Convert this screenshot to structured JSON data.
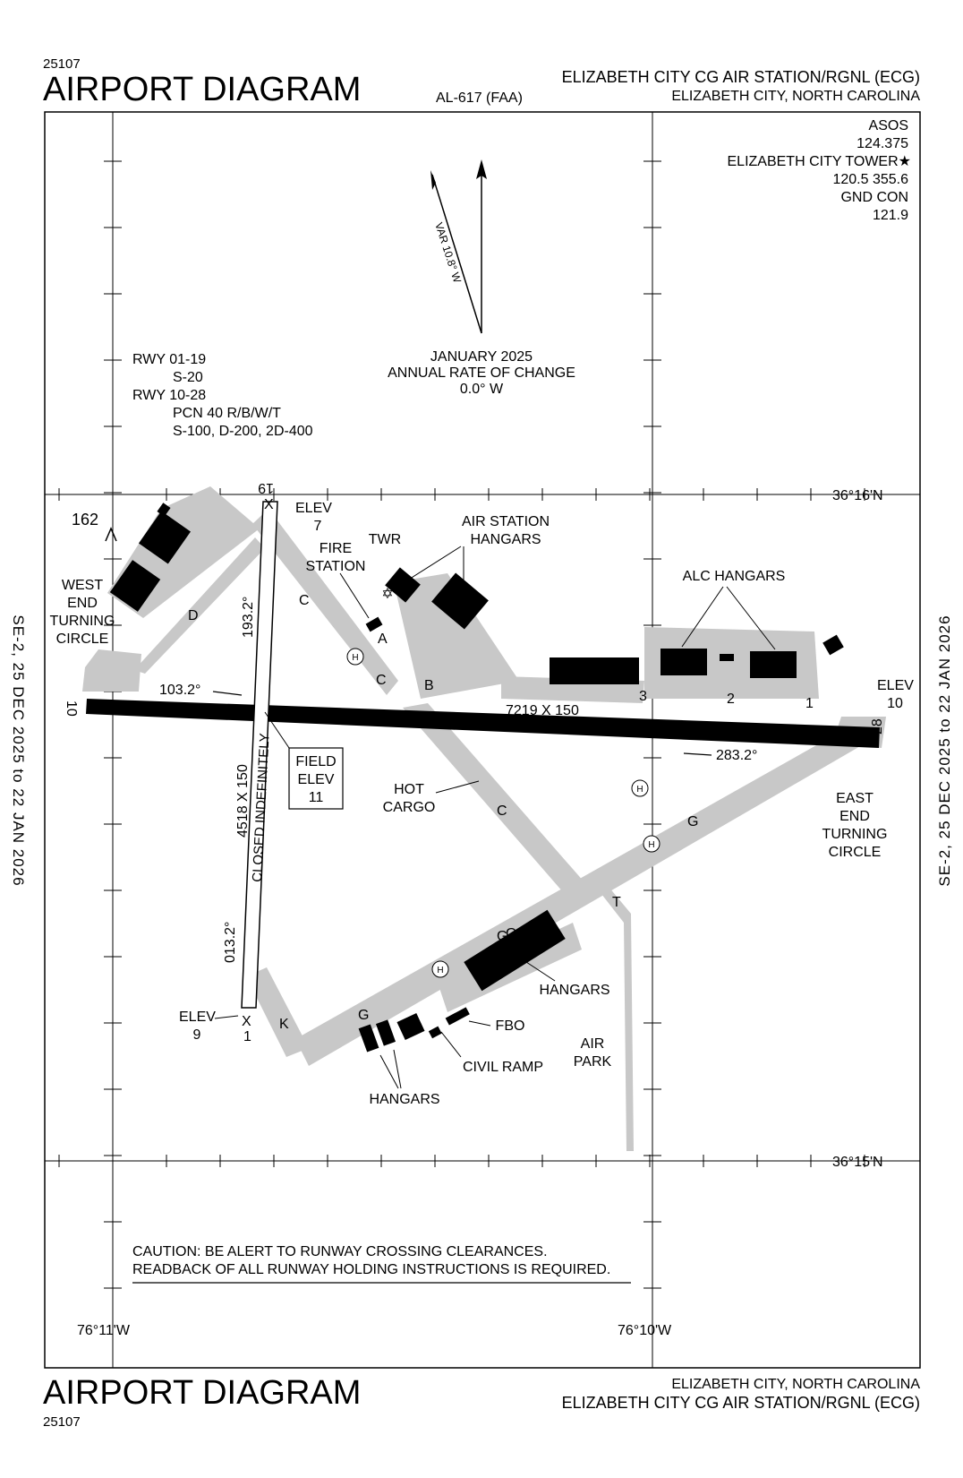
{
  "header": {
    "procedure_number": "25107",
    "title": "AIRPORT DIAGRAM",
    "chart_id": "AL-617 (FAA)",
    "airport_name": "ELIZABETH CITY CG AIR STATION/RGNL (ECG)",
    "city_state": "ELIZABETH CITY, NORTH CAROLINA"
  },
  "footer": {
    "procedure_number": "25107",
    "title": "AIRPORT DIAGRAM",
    "city_state": "ELIZABETH CITY, NORTH CAROLINA",
    "airport_name": "ELIZABETH CITY CG AIR STATION/RGNL (ECG)"
  },
  "effective_dates": "SE-2,  25 DEC 2025  to  22 JAN 2026",
  "frequencies": [
    "ASOS",
    "124.375",
    "ELIZABETH CITY TOWER★",
    "120.5 355.6",
    "GND CON",
    "121.9"
  ],
  "magnetic": {
    "variation": "VAR 10.8° W",
    "date": "JANUARY 2025",
    "rate_label": "ANNUAL RATE OF CHANGE",
    "rate": "0.0° W"
  },
  "runway_info": [
    "RWY 01-19",
    "S-20",
    "RWY 10-28",
    "PCN 40 R/B/W/T",
    "S-100, D-200, 2D-400"
  ],
  "coordinates": {
    "lat_north": "36°16'N",
    "lat_south": "36°15'N",
    "lon_west": "76°11'W",
    "lon_east": "76°10'W"
  },
  "runways": {
    "rwy_10_28_dims": "7219 X 150",
    "rwy_01_19_dims": "4518 X 150",
    "rwy_01_19_status": "CLOSED INDEFINITELY",
    "heading_103": "103.2°",
    "heading_283": "283.2°",
    "heading_193": "193.2°",
    "heading_013": "013.2°",
    "end_10": "10",
    "end_28": "28",
    "end_19": "19",
    "end_1": "1",
    "elev_19": [
      "ELEV",
      "7"
    ],
    "elev_1": [
      "ELEV",
      "9"
    ],
    "elev_28": [
      "ELEV",
      "10"
    ],
    "field_elev": [
      "FIELD",
      "ELEV",
      "11"
    ],
    "obstacle": "162",
    "hold_x": "X"
  },
  "taxiways": [
    "A",
    "B",
    "C",
    "C",
    "C",
    "D",
    "G",
    "G",
    "G",
    "G",
    "K",
    "T",
    "1",
    "2",
    "3"
  ],
  "labels": {
    "west_end": [
      "WEST",
      "END",
      "TURNING",
      "CIRCLE"
    ],
    "east_end": [
      "EAST",
      "END",
      "TURNING",
      "CIRCLE"
    ],
    "fire_station": [
      "FIRE",
      "STATION"
    ],
    "twr": "TWR",
    "air_station_hangars": [
      "AIR STATION",
      "HANGARS"
    ],
    "alc_hangars": "ALC HANGARS",
    "hot_cargo": [
      "HOT",
      "CARGO"
    ],
    "hangars_mid": "HANGARS",
    "hangars_low": "HANGARS",
    "fbo": "FBO",
    "civil_ramp": "CIVIL RAMP",
    "air_park": [
      "AIR",
      "PARK"
    ],
    "helipad": "H"
  },
  "caution": [
    "CAUTION: BE ALERT TO RUNWAY CROSSING CLEARANCES.",
    "READBACK OF ALL RUNWAY HOLDING INSTRUCTIONS IS REQUIRED."
  ],
  "colors": {
    "paved": "#c8c8c8",
    "runway": "#000000",
    "building": "#000000"
  }
}
